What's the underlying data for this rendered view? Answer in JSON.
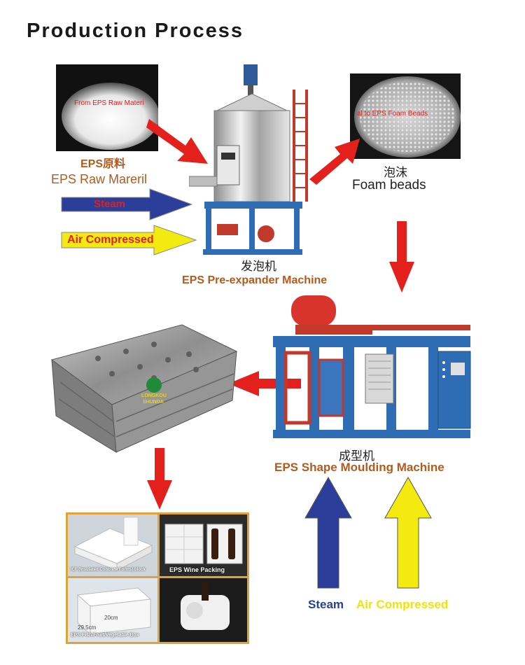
{
  "title": "Production Process",
  "raw": {
    "overlay": "From EPS Raw Materi",
    "label_cn": "EPS原料",
    "label_en": "EPS Raw Mareril"
  },
  "foam": {
    "overlay": "al to EPS Foam Beads",
    "label_cn": "泡沫",
    "label_en": "Foam beads"
  },
  "inputs_left": {
    "steam": "Steam",
    "air": "Air Compressed"
  },
  "preexpander": {
    "label_cn": "发泡机",
    "label_en": "EPS Pre-expander Machine"
  },
  "mould": {
    "logo_line1": "LONGKOU",
    "logo_line2": "SHUNDA"
  },
  "moulding": {
    "label_cn": "成型机",
    "label_en": "EPS Shape Moulding Machine"
  },
  "inputs_bottom": {
    "steam": "Steam",
    "air": "Air Compressed"
  },
  "products": {
    "icf": "ICF (Insulated Concrete Forms) block",
    "wine": "EPS Wine Packing",
    "fish": "EPS Fish/Fruit/Vegetable Box",
    "dims_a": "20cm",
    "dims_b": "29.5cm"
  },
  "colors": {
    "arrow_red": "#e3201b",
    "arrow_blue": "#2b3e9a",
    "arrow_yellow": "#f3ea10",
    "label_orange": "#b35a1e",
    "machine_blue": "#2e6db4"
  }
}
